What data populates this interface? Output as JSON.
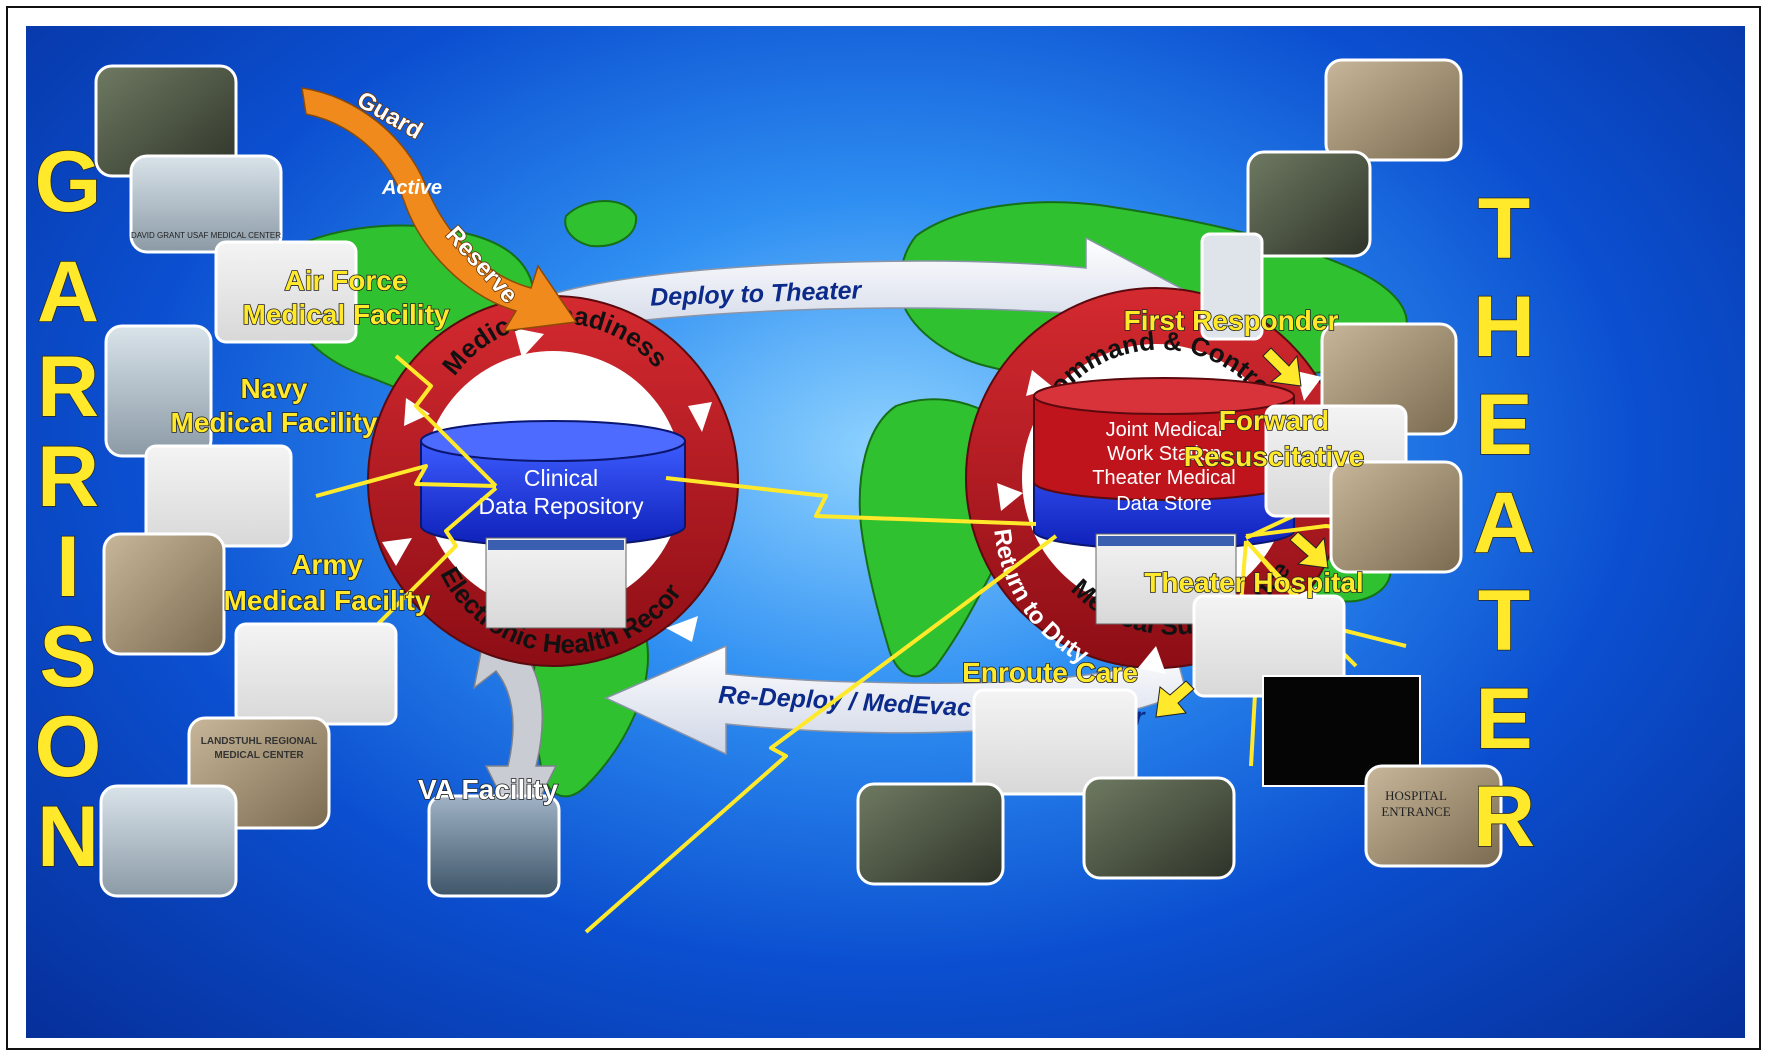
{
  "left_label": "GARRISON",
  "right_label": "THEATER",
  "left_letters": [
    "G",
    "A",
    "R",
    "R",
    "I",
    "S",
    "O",
    "N"
  ],
  "right_letters": [
    "T",
    "H",
    "E",
    "A",
    "T",
    "E",
    "R"
  ],
  "component_arrow": {
    "guard": "Guard",
    "active": "Active",
    "reserve": "Reserve"
  },
  "flows": {
    "deploy": "Deploy to Theater",
    "redeploy": "Re-Deploy / MedEvac out of Theater",
    "return": "Return to Duty"
  },
  "left_cycle": {
    "top": "Medical Readiness",
    "bottom": "Electronic Health Record",
    "db_line1": "Clinical",
    "db_line2": "Data Repository"
  },
  "right_cycle": {
    "top": "Command & Control",
    "bottom": "Medical Surveillance",
    "db_top_line1": "Joint Medical",
    "db_top_line2": "Work Station",
    "db_bottom_line1": "Theater Medical",
    "db_bottom_line2": "Data Store"
  },
  "garrison_facilities": {
    "air_force": [
      "Air Force",
      "Medical Facility"
    ],
    "navy": [
      "Navy",
      "Medical Facility"
    ],
    "army": [
      "Army",
      "Medical Facility"
    ],
    "va": "VA Facility"
  },
  "theater_roles": {
    "first_responder": "First Responder",
    "forward": [
      "Forward",
      "Resuscitative"
    ],
    "hospital": "Theater Hospital",
    "enroute": "Enroute Care"
  },
  "photo_signs": {
    "david_grant": "DAVID GRANT USAF MEDICAL CENTER",
    "landstuhl": [
      "LANDSTUHL REGIONAL",
      "MEDICAL CENTER"
    ],
    "hospital_entrance": [
      "HOSPITAL",
      "ENTRANCE"
    ]
  },
  "colors": {
    "background": "#0b4fd0",
    "ring": "#b3121d",
    "label_yellow": "#ffe92a",
    "db_blue": "#1a34e0",
    "db_red": "#c0141c",
    "land": "#2fc12f",
    "guard": "#f08a1c",
    "flow_text": "#0b2a8a"
  }
}
